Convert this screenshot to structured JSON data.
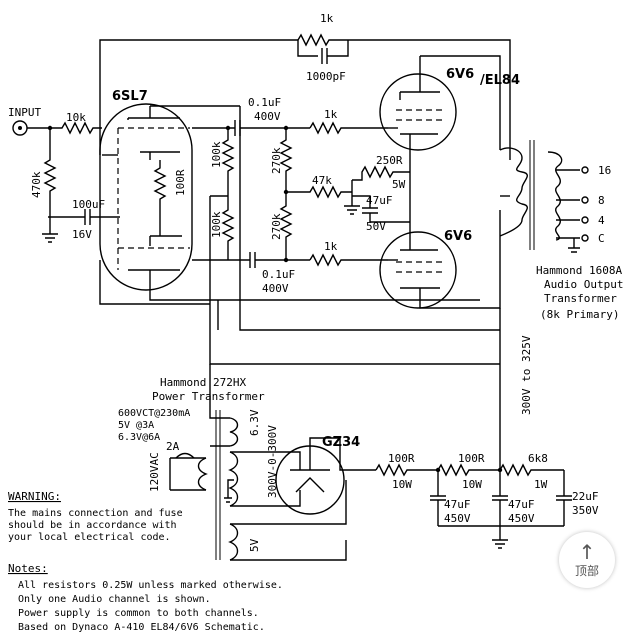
{
  "labels": {
    "input": "INPUT",
    "tube_6sl7": "6SL7",
    "tube_top": "6V6",
    "tube_top_alt": "/EL84",
    "tube_bottom": "6V6",
    "tube_rect": "GZ34",
    "r_input": "10k",
    "r_grid": "470k",
    "r_cathode": "100R",
    "c_cathode": "100uF",
    "c_cathode_v": "16V",
    "r_fb": "1k",
    "c_fb": "1000pF",
    "c_coup1": "0.1uF",
    "c_coup1_v": "400V",
    "c_coup2": "0.1uF",
    "c_coup2_v": "400V",
    "r_load1": "100k",
    "r_load2": "100k",
    "r_grid1": "270k",
    "r_grid2": "270k",
    "r_stop1": "1k",
    "r_stop2": "1k",
    "r_bias": "47k",
    "r_pcath": "250R",
    "r_pcath_w": "5W",
    "c_pcath": "47uF",
    "c_pcath_v": "50V",
    "tap16": "16",
    "tap8": "8",
    "tap4": "4",
    "tapc": "C",
    "ot1": "Hammond 1608A",
    "ot2": "Audio Output",
    "ot3": "Transformer",
    "ot4": "(8k Primary)",
    "pt1": "Hammond 272HX",
    "pt2": "Power Transformer",
    "pt_spec1": "600VCT@230mA",
    "pt_spec2": "5V @3A",
    "pt_spec3": "6.3V@6A",
    "pt_63v": "6.3V",
    "pt_hv": "300V-0-300V",
    "pt_5v": "5V",
    "mains": "120VAC",
    "fuse": "2A",
    "b_volt": "300V to 325V",
    "ps_r1": "100R",
    "ps_r1_w": "10W",
    "ps_r2": "100R",
    "ps_r2_w": "10W",
    "ps_r3": "6k8",
    "ps_r3_w": "1W",
    "ps_c1": "47uF",
    "ps_c1_v": "450V",
    "ps_c2": "47uF",
    "ps_c2_v": "450V",
    "ps_c3": "22uF",
    "ps_c3_v": "350V"
  },
  "warning": {
    "title": "WARNING:",
    "lines": [
      "The mains connection and fuse",
      "should be in accordance with",
      "your local electrical code."
    ]
  },
  "notes": {
    "title": "Notes:",
    "lines": [
      "All resistors 0.25W unless marked otherwise.",
      "Only one Audio channel is shown.",
      "Power supply is common to both channels.",
      "Based on Dynaco A-410 EL84/6V6 Schematic."
    ]
  },
  "back_to_top": {
    "arrow": "↑",
    "label": "顶部"
  }
}
